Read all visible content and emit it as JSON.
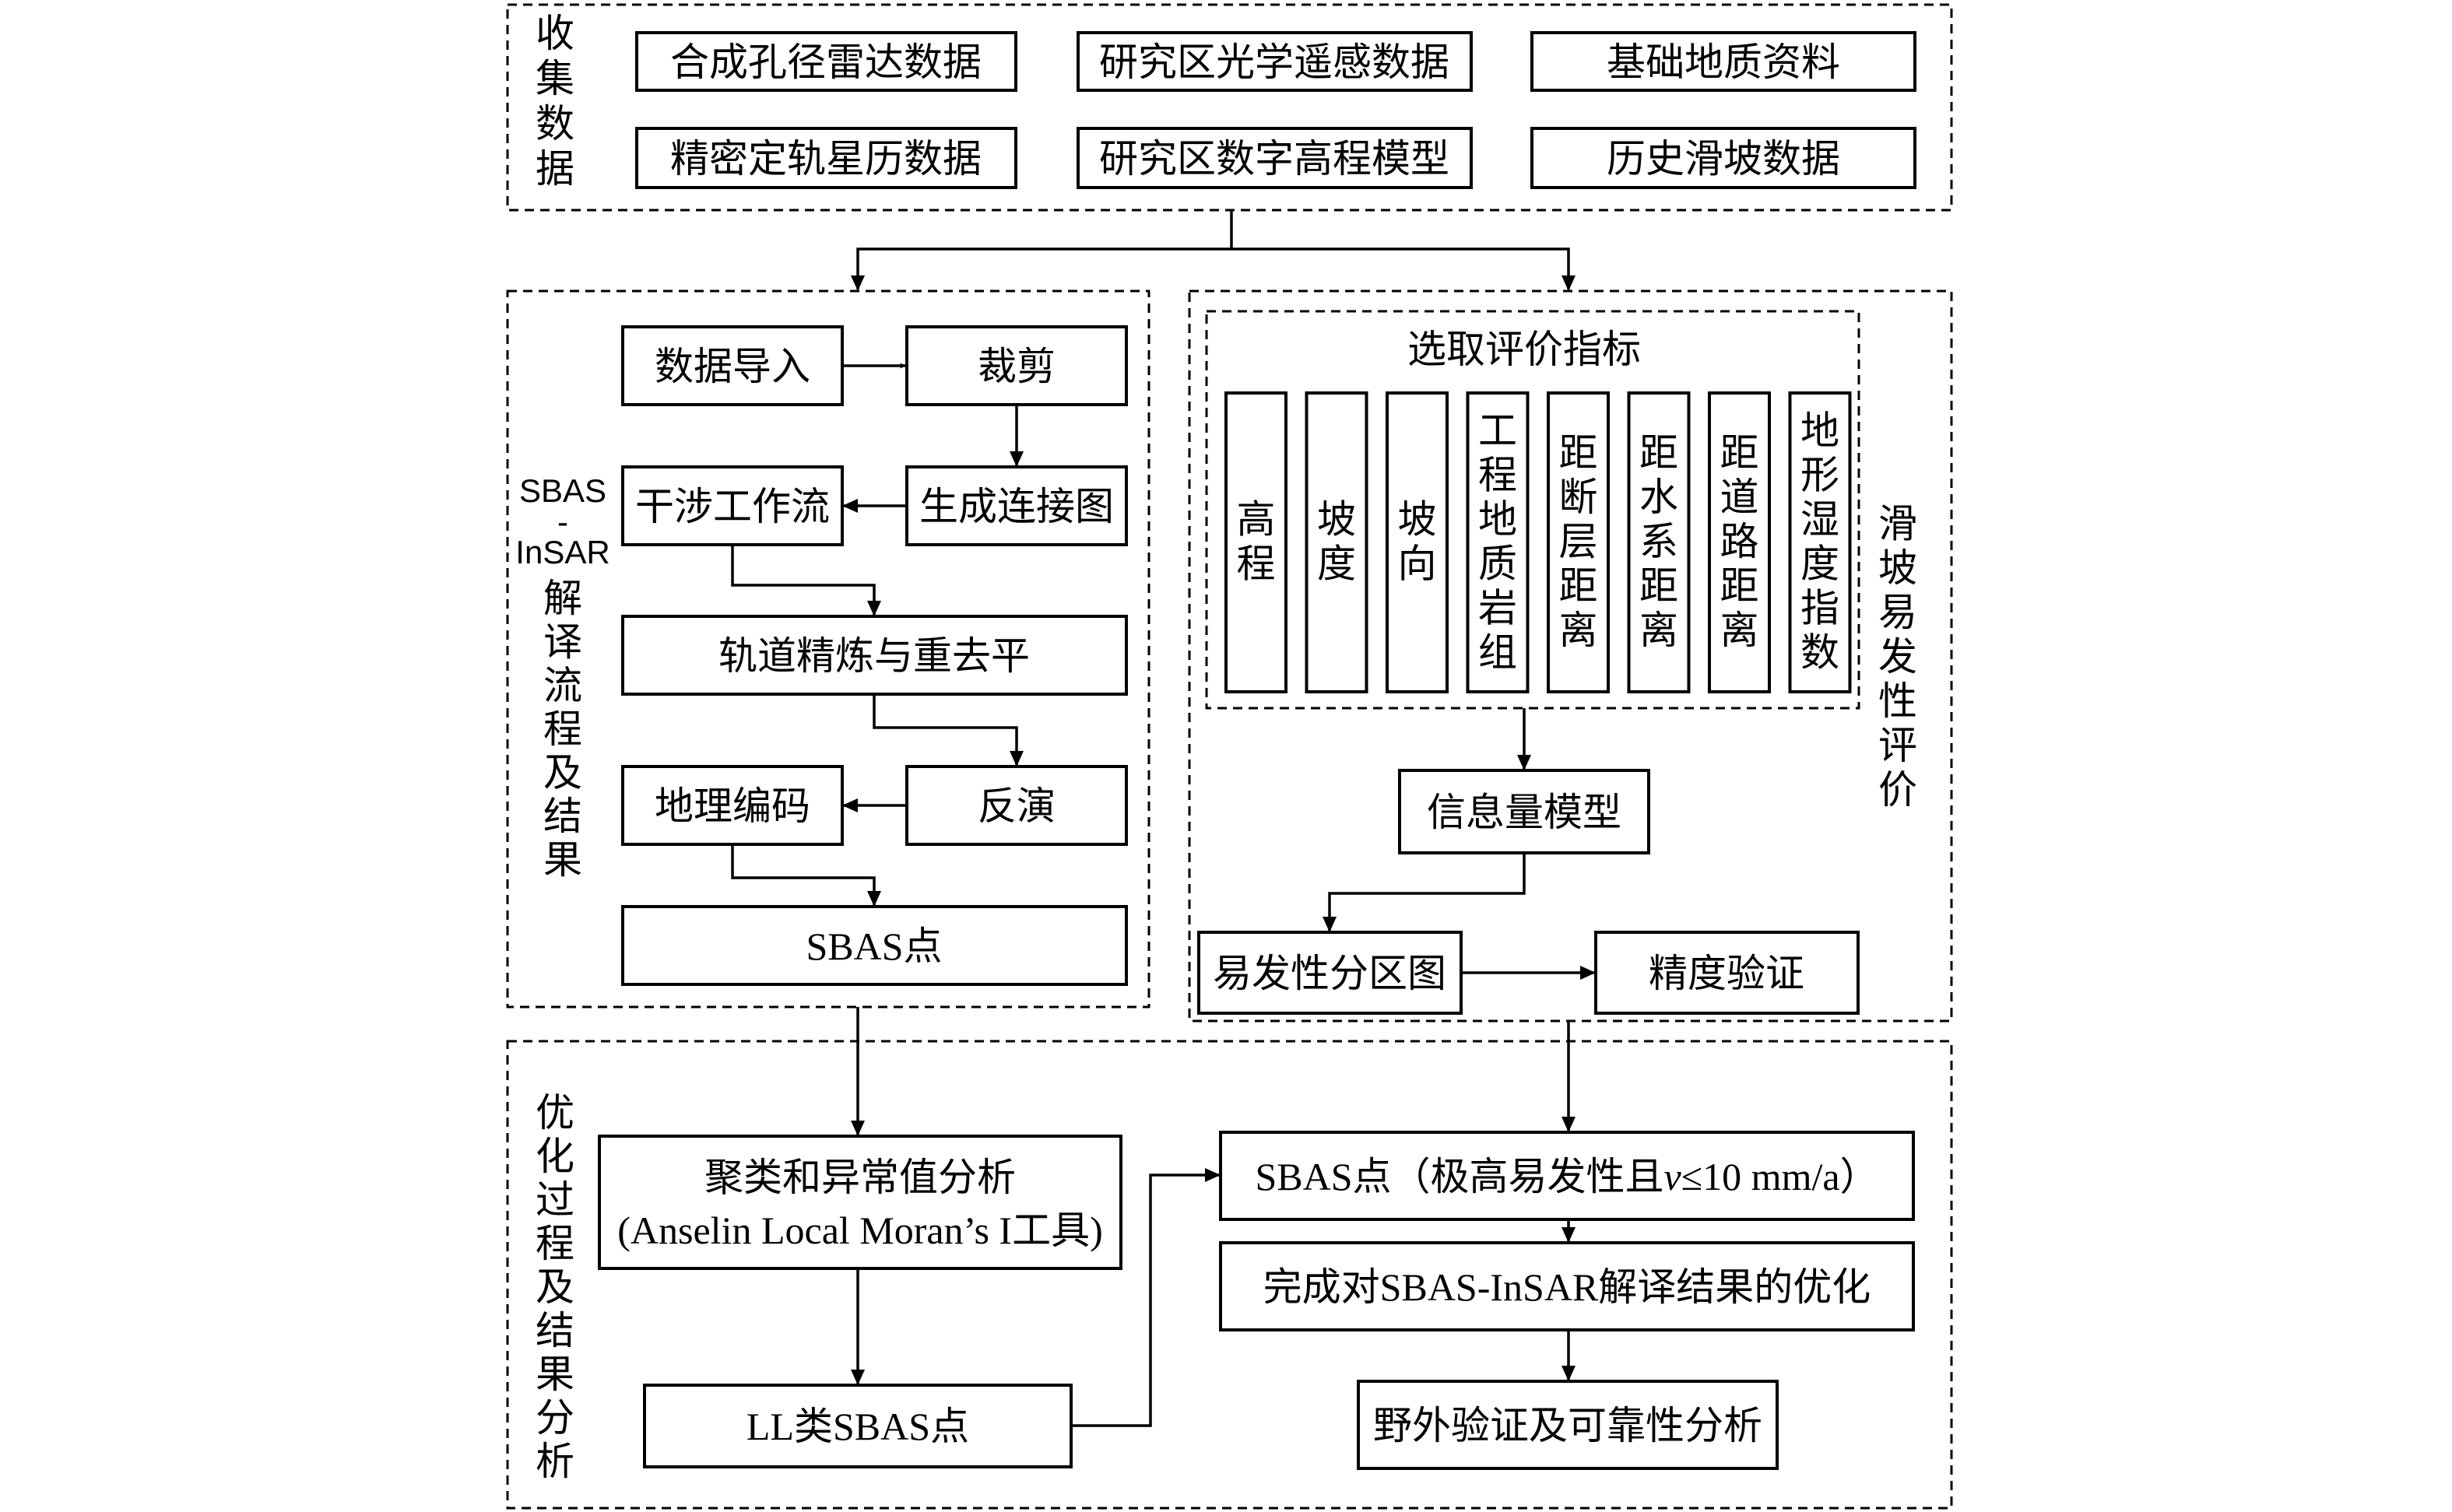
{
  "groups": {
    "collect": {
      "label": [
        "收",
        "集",
        "数",
        "据"
      ]
    },
    "sbas": {
      "label_latin": [
        "SBAS",
        "-",
        "InSAR"
      ],
      "label": [
        "解",
        "译",
        "流",
        "程",
        "及",
        "结",
        "果"
      ]
    },
    "suscept": {
      "label": [
        "滑",
        "坡",
        "易",
        "发",
        "性",
        "评",
        "价"
      ]
    },
    "opt": {
      "label": [
        "优",
        "化",
        "过",
        "程",
        "及",
        "结",
        "果",
        "分",
        "析"
      ]
    }
  },
  "collect": {
    "sar": "合成孔径雷达数据",
    "optical": "研究区光学遥感数据",
    "geology": "基础地质资料",
    "orbit": "精密定轨星历数据",
    "dem": "研究区数字高程模型",
    "history": "历史滑坡数据"
  },
  "sbas": {
    "import": "数据导入",
    "crop": "裁剪",
    "connect": "生成连接图",
    "interfero": "干涉工作流",
    "refine": "轨道精炼与重去平",
    "inversion": "反演",
    "geocode": "地理编码",
    "points": "SBAS点"
  },
  "suscept": {
    "select_title": "选取评价指标",
    "indicators": [
      [
        "高",
        "程"
      ],
      [
        "坡",
        "度"
      ],
      [
        "坡",
        "向"
      ],
      [
        "工",
        "程",
        "地",
        "质",
        "岩",
        "组"
      ],
      [
        "距",
        "断",
        "层",
        "距",
        "离"
      ],
      [
        "距",
        "水",
        "系",
        "距",
        "离"
      ],
      [
        "距",
        "道",
        "路",
        "距",
        "离"
      ],
      [
        "地",
        "形",
        "湿",
        "度",
        "指",
        "数"
      ]
    ],
    "model": "信息量模型",
    "zoning": "易发性分区图",
    "accuracy": "精度验证"
  },
  "opt": {
    "cluster_line1": "聚类和异常值分析",
    "cluster_line2": "(Anselin Local Moran’s I工具)",
    "ll": "LL类SBAS点",
    "high_a": "SBAS点（极高易发性且",
    "high_v": "v",
    "high_b": "≤10 mm/a）",
    "complete": "完成对SBAS-InSAR解译结果的优化",
    "field": "野外验证及可靠性分析"
  }
}
